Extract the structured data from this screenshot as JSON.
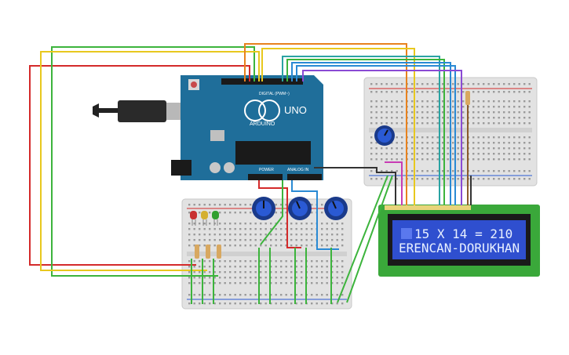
{
  "arduino": {
    "brand": "ARDUINO",
    "model": "UNO",
    "digital_label": "DIGITAL (PWM~)",
    "analog_label": "ANALOG IN",
    "power_label": "POWER"
  },
  "lcd": {
    "line1": "15 X 14 = 210",
    "line2": "ERENCAN-DORUKHAN"
  },
  "colors": {
    "red": "#d42a2a",
    "orange": "#e8821e",
    "yellow": "#e8c81e",
    "green": "#3cb43c",
    "teal": "#2aa3a3",
    "blue": "#2a8ad4",
    "purple": "#8a4ad4",
    "magenta": "#c83cb4",
    "black": "#333333",
    "arduino_teal": "#1f6e9a",
    "lcd_board": "#3aa83a",
    "lcd_screen": "#2f4fcf"
  },
  "leds": [
    "red",
    "yellow",
    "green"
  ]
}
